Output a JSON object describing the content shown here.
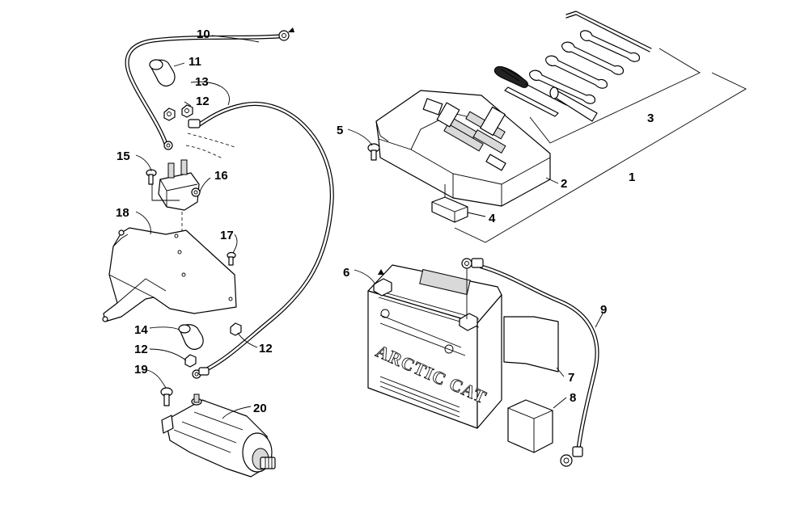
{
  "callouts": {
    "c1": "1",
    "c2": "2",
    "c3": "3",
    "c4": "4",
    "c5": "5",
    "c6": "6",
    "c7": "7",
    "c8": "8",
    "c9": "9",
    "c10": "10",
    "c11": "11",
    "c12a": "12",
    "c12b": "12",
    "c12c": "12",
    "c13": "13",
    "c14": "14",
    "c15": "15",
    "c16": "16",
    "c17": "17",
    "c18": "18",
    "c19": "19",
    "c20": "20"
  },
  "battery": {
    "brand_label": "ARCTIC CAT"
  }
}
